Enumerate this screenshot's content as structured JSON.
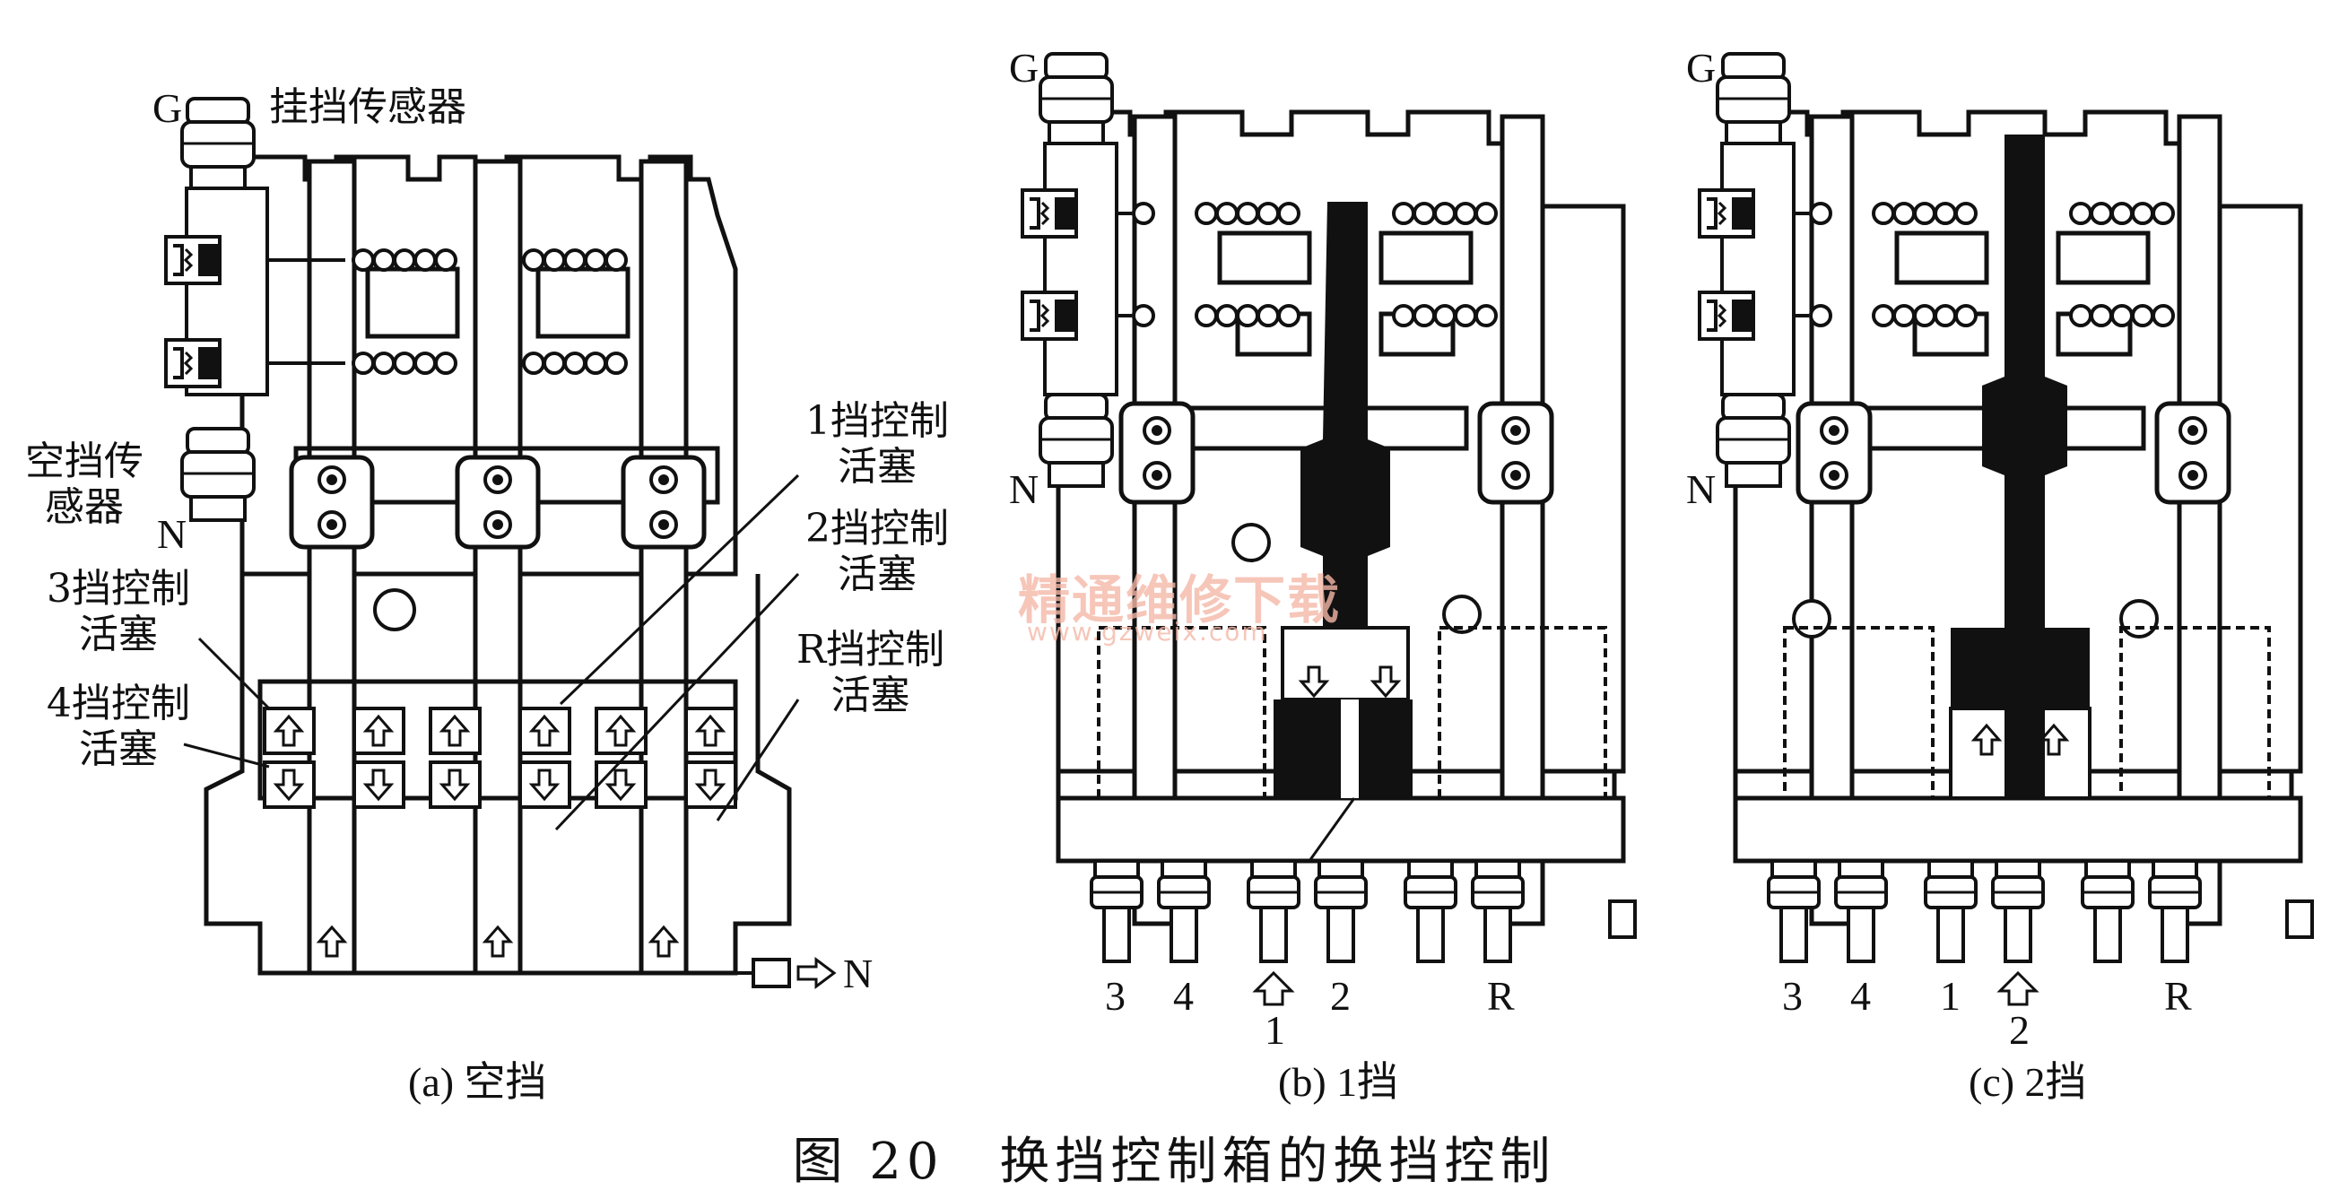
{
  "panel_a": {
    "caption": "(a) 空挡",
    "labels": {
      "g": "G",
      "shift_sensor": "挂挡传感器",
      "neutral_sensor": "空挡传\n感器",
      "n_left": "N",
      "gear3_piston": "3挡控制\n活塞",
      "gear4_piston": "4挡控制\n活塞",
      "gear1_piston": "1挡控制\n活塞",
      "gear2_piston": "2挡控制\n活塞",
      "gearR_piston": "R挡控制\n活塞",
      "n_arrow": "N"
    }
  },
  "panel_b": {
    "caption": "(b) 1挡",
    "labels": {
      "g": "G",
      "n": "N"
    },
    "ports": [
      "3",
      "4",
      "1",
      "2",
      "R"
    ],
    "input_port": "1"
  },
  "panel_c": {
    "caption": "(c) 2挡",
    "labels": {
      "g": "G",
      "n": "N"
    },
    "ports": [
      "3",
      "4",
      "1",
      "2",
      "R"
    ],
    "input_port": "2"
  },
  "figure_caption": "图 20　换挡控制箱的换挡控制",
  "watermark": {
    "text": "精通维修下载",
    "url": "www.gzweix.com"
  }
}
